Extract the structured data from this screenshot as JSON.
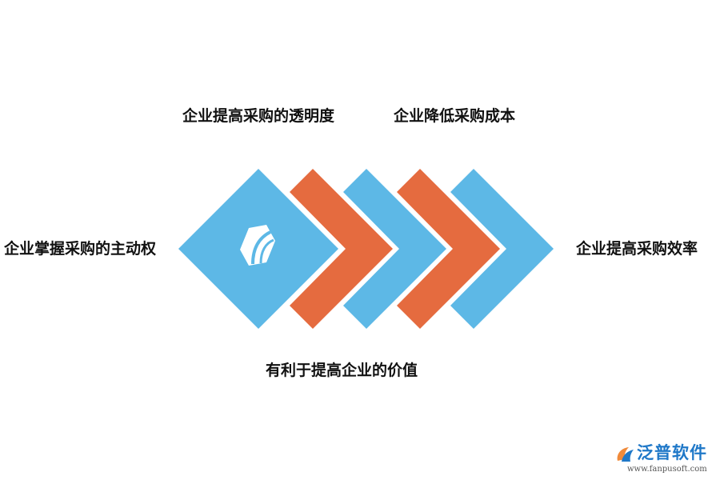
{
  "labels": {
    "top_left": "企业提高采购的透明度",
    "top_right": "企业降低采购成本",
    "left": "企业掌握采购的主动权",
    "right": "企业提高采购效率",
    "bottom": "有利于提高企业的价值"
  },
  "colors": {
    "blue": "#5db8e6",
    "orange": "#e56b3f",
    "white": "#ffffff",
    "brand_blue": "#1f78c8",
    "brand_orange": "#f08a3a"
  },
  "brand": {
    "name": "泛普软件",
    "url": "www.fanpusoft.com",
    "logo_icon": "fanpu-logo-icon"
  },
  "center_icon": "hexagon-swoosh-icon"
}
